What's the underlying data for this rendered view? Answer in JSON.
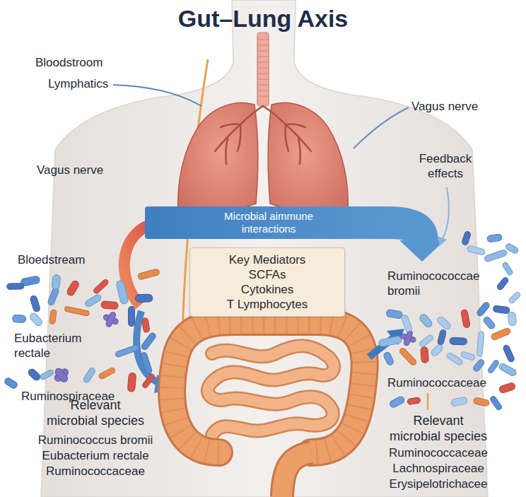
{
  "diagram": {
    "title": "Gut–Lung Axis",
    "nodes": [
      {
        "text": [
          "Microbial aimmune interactions"
        ]
      },
      {
        "text": [
          "Key Mediators",
          "SCFAs",
          "Cytokines",
          "T Lymphocytes"
        ]
      }
    ],
    "labels": [
      "Bloodstroom",
      "Lymphatics",
      "Vagus nerve",
      "Vagus nerve",
      "Feedback effects",
      "Bloedstream",
      "Eubacterium rectale",
      "Ruminospiraceae",
      "Ruminocococcae bromii",
      "Ruminococcaceae",
      "Relevant microbial species",
      "Ruminococcus bromii",
      "Eubacterium rectale",
      "Ruminococcaceae",
      "Relevant microbial species",
      "Ruminococcaceae",
      "Lachnospiraceae",
      "Erysipelotrichacee"
    ]
  }
}
